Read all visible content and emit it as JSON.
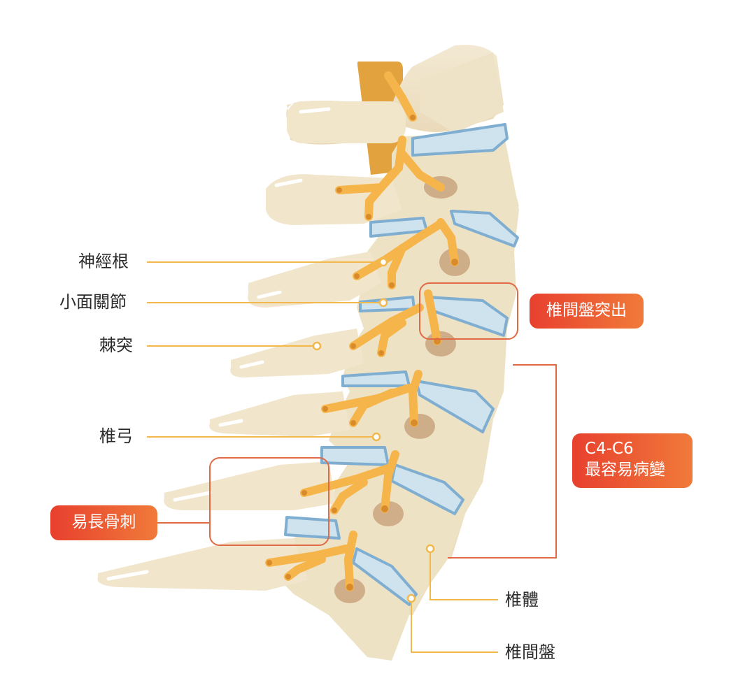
{
  "labels": {
    "nerve_root": "神經根",
    "facet_joint": "小面關節",
    "spinous_process": "棘突",
    "vertebral_arch": "椎弓",
    "vertebral_body": "椎體",
    "disc": "椎間盤"
  },
  "callouts": {
    "herniation": "椎間盤突出",
    "bone_spur": "易長骨刺",
    "segment_title": "C4-C6",
    "segment_sub": "最容易病變"
  },
  "colors": {
    "bone": "#F0E4C9",
    "bone_shadow": "#DFCCA6",
    "hole": "#C9A57E",
    "nerve": "#F5B54A",
    "spinal_cord": "#E2A33E",
    "disc_fill": "#CFE3EE",
    "disc_stroke": "#7FAED1",
    "leader": "#F2B84B",
    "callout_line": "#E06A45",
    "badge_gradient_start": "#E8402E",
    "badge_gradient_end": "#F07A3A"
  }
}
